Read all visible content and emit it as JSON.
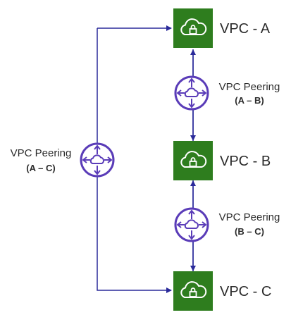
{
  "colors": {
    "vpc_fill": "#2e7d1e",
    "peering_stroke": "#5a3cb8",
    "line": "#2a2a9a"
  },
  "vpcs": [
    {
      "label": "VPC - A",
      "icon": "vpc-cloud-lock-icon"
    },
    {
      "label": "VPC - B",
      "icon": "vpc-cloud-lock-icon"
    },
    {
      "label": "VPC - C",
      "icon": "vpc-cloud-lock-icon"
    }
  ],
  "peerings": [
    {
      "title": "VPC Peering",
      "pair": "(A – C)",
      "icon": "peering-icon"
    },
    {
      "title": "VPC Peering",
      "pair": "(A – B)",
      "icon": "peering-icon"
    },
    {
      "title": "VPC Peering",
      "pair": "(B – C)",
      "icon": "peering-icon"
    }
  ]
}
